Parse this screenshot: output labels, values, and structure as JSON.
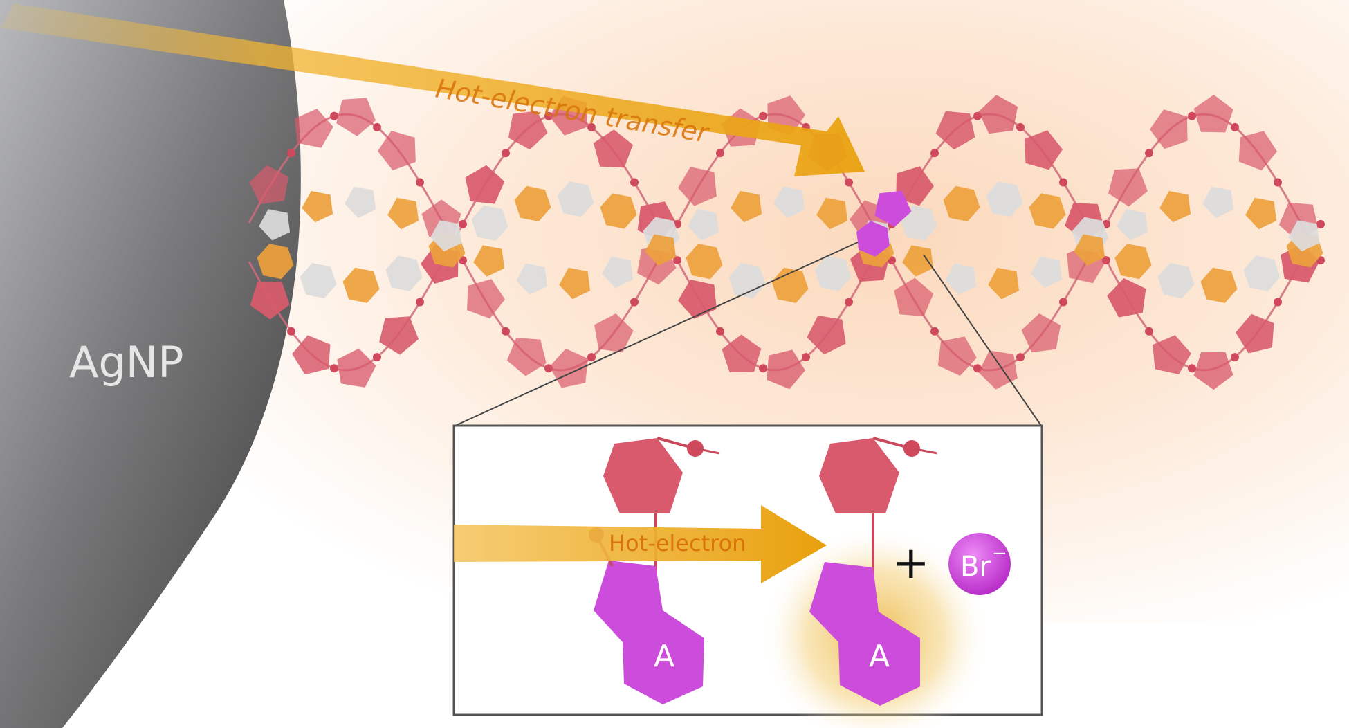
{
  "labels": {
    "nanoparticle": "AgNP",
    "transfer": "Hot-electron transfer",
    "inset_arrow": "Hot-electron",
    "base_before": "A",
    "base_after": "A",
    "plus": "+",
    "ion": "Br",
    "ion_charge": "−"
  },
  "colors": {
    "sugar": "#d85a6c",
    "base_orange": "#eda13c",
    "base_white": "#dcdcdc",
    "modified_base": "#cc4ddb",
    "arrow": "#f0b020",
    "nanoparticle": "#6a6a6a"
  }
}
